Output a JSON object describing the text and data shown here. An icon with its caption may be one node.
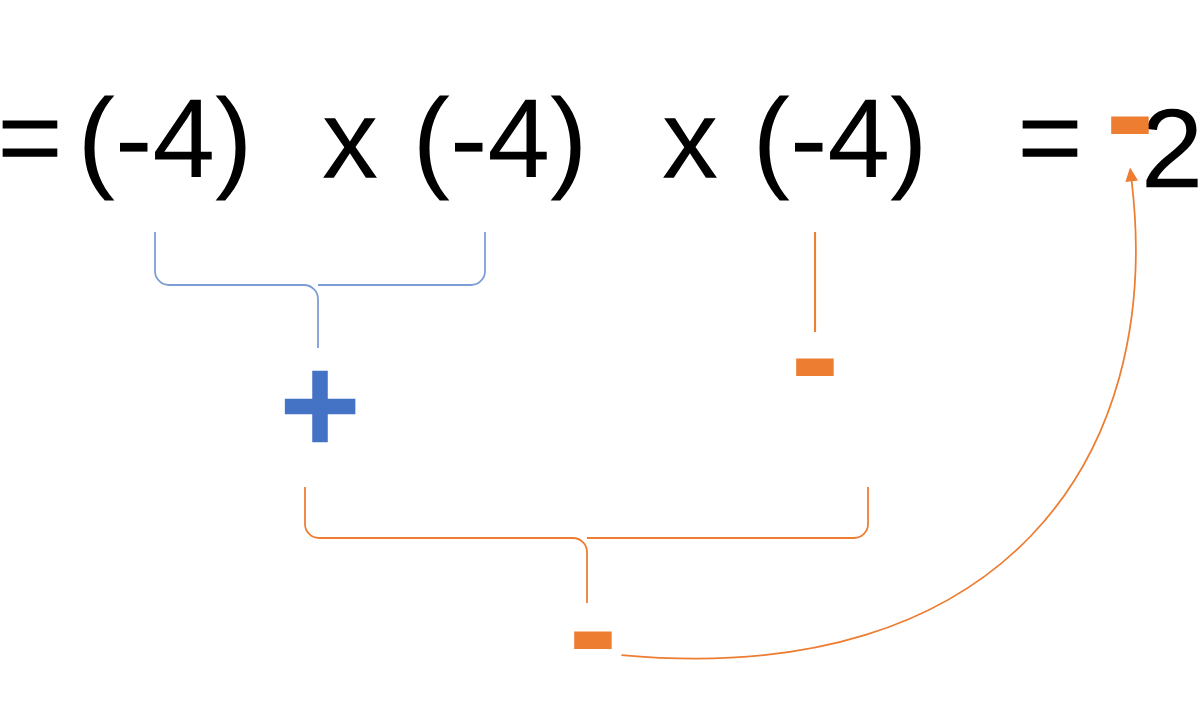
{
  "diagram": {
    "nodes": [
      {
        "text": [
          "-"
        ]
      },
      {
        "text": [
          "-"
        ]
      }
    ],
    "edges": [
      {
        "from": 0,
        "to": 1,
        "arrow": "to",
        "color": "#ed7d31"
      }
    ],
    "labels": [
      "=",
      "(-4)",
      "x",
      "(-4)",
      "x",
      "(-4)",
      "=",
      "2",
      "+",
      "-"
    ]
  }
}
